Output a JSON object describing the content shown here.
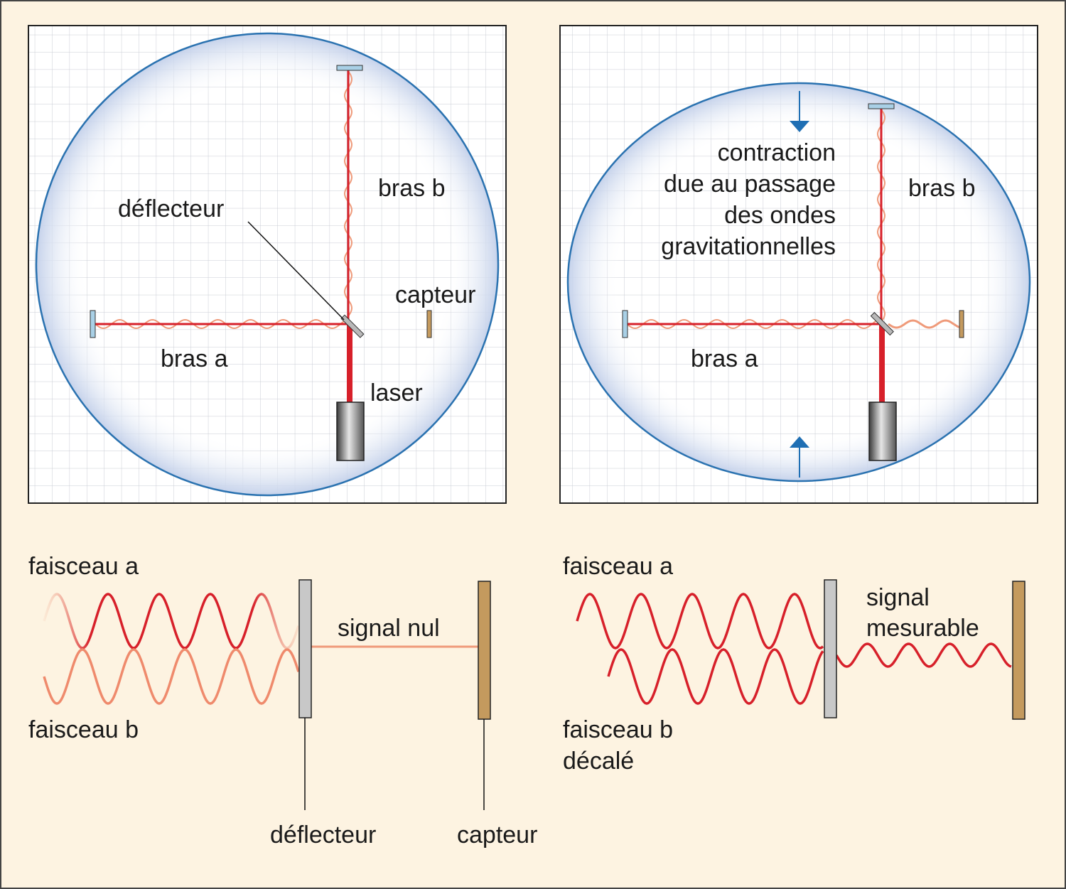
{
  "colors": {
    "background": "#fdf3e1",
    "frame": "#222222",
    "grid": "#c9ccd4",
    "panel": "#ffffff",
    "circle_stroke": "#2a72b0",
    "circle_glow": "#c8d6ec",
    "beam": "#d7202a",
    "beam_light": "#ef9a7a",
    "mirror": "#a9d0e6",
    "sensor": "#c49a5e",
    "arrow": "#1f6fb4",
    "laser_dark": "#3a3a3a",
    "laser_light": "#e4e4e4"
  },
  "left_panel": {
    "label_deflector": "déflecteur",
    "label_arm_b": "bras b",
    "label_sensor": "capteur",
    "label_arm_a": "bras a",
    "label_laser": "laser"
  },
  "right_panel": {
    "contraction_lines": [
      "contraction",
      "due au passage",
      "des ondes",
      "gravitationnelles"
    ],
    "label_arm_b": "bras b",
    "label_arm_a": "bras a"
  },
  "bottom_left": {
    "beam_a": "faisceau a",
    "beam_b": "faisceau b",
    "signal": "signal nul",
    "deflector": "déflecteur",
    "sensor": "capteur"
  },
  "bottom_right": {
    "beam_a": "faisceau a",
    "beam_b_line1": "faisceau b",
    "beam_b_line2": "décalé",
    "signal_line1": "signal",
    "signal_line2": "mesurable"
  }
}
